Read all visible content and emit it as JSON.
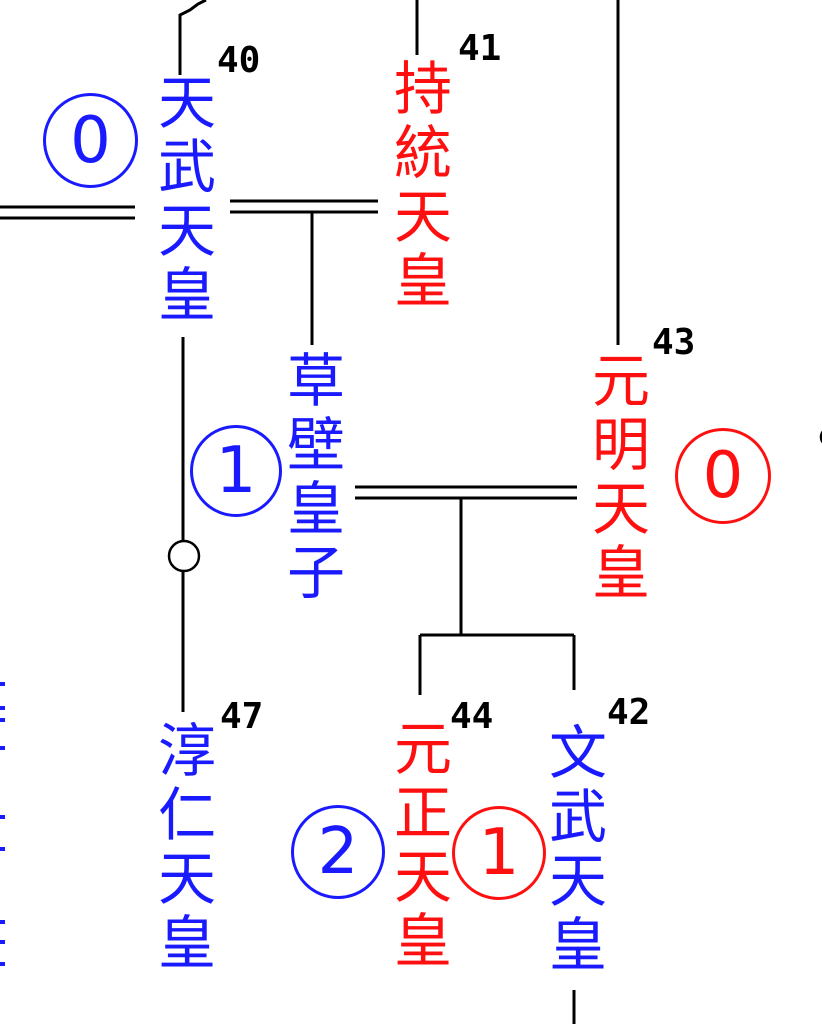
{
  "colors": {
    "male": "#1a1aff",
    "female": "#ff1010",
    "line": "#000000"
  },
  "people": [
    {
      "id": "tenmu",
      "name": "天武天皇",
      "number": "40",
      "gender": "male",
      "badge": "0"
    },
    {
      "id": "jito",
      "name": "持統天皇",
      "number": "41",
      "gender": "female"
    },
    {
      "id": "genmei",
      "name": "元明天皇",
      "number": "43",
      "gender": "female",
      "badge": "0"
    },
    {
      "id": "kusakabe",
      "name": "草壁皇子",
      "gender": "male",
      "badge": "1"
    },
    {
      "id": "junnin",
      "name": "淳仁天皇",
      "number": "47",
      "gender": "male"
    },
    {
      "id": "gensho",
      "name": "元正天皇",
      "number": "44",
      "gender": "female",
      "badge": "2"
    },
    {
      "id": "monmu",
      "name": "文武天皇",
      "number": "42",
      "gender": "male",
      "badge": "1"
    }
  ]
}
